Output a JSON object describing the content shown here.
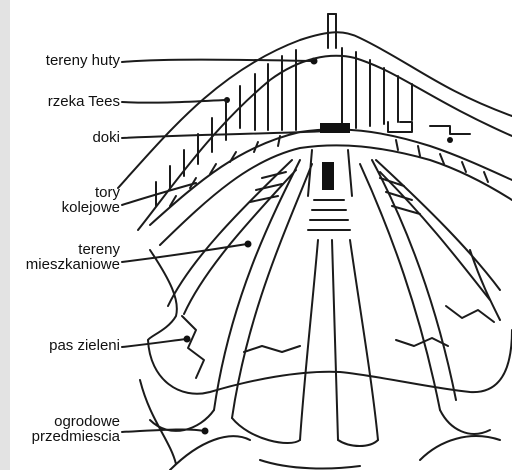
{
  "labels": {
    "steelworks": "tereny huty",
    "river": "rzeka Tees",
    "docks": "doki",
    "railways": "tory\nkolejowe",
    "housing": "tereny\nmieszkaniowe",
    "greenbelt": "pas zieleni",
    "suburbs": "ogrodowe\nprzedmiescia"
  },
  "colors": {
    "ink": "#1b1b1b",
    "sidebar": "#e3e3e3"
  }
}
